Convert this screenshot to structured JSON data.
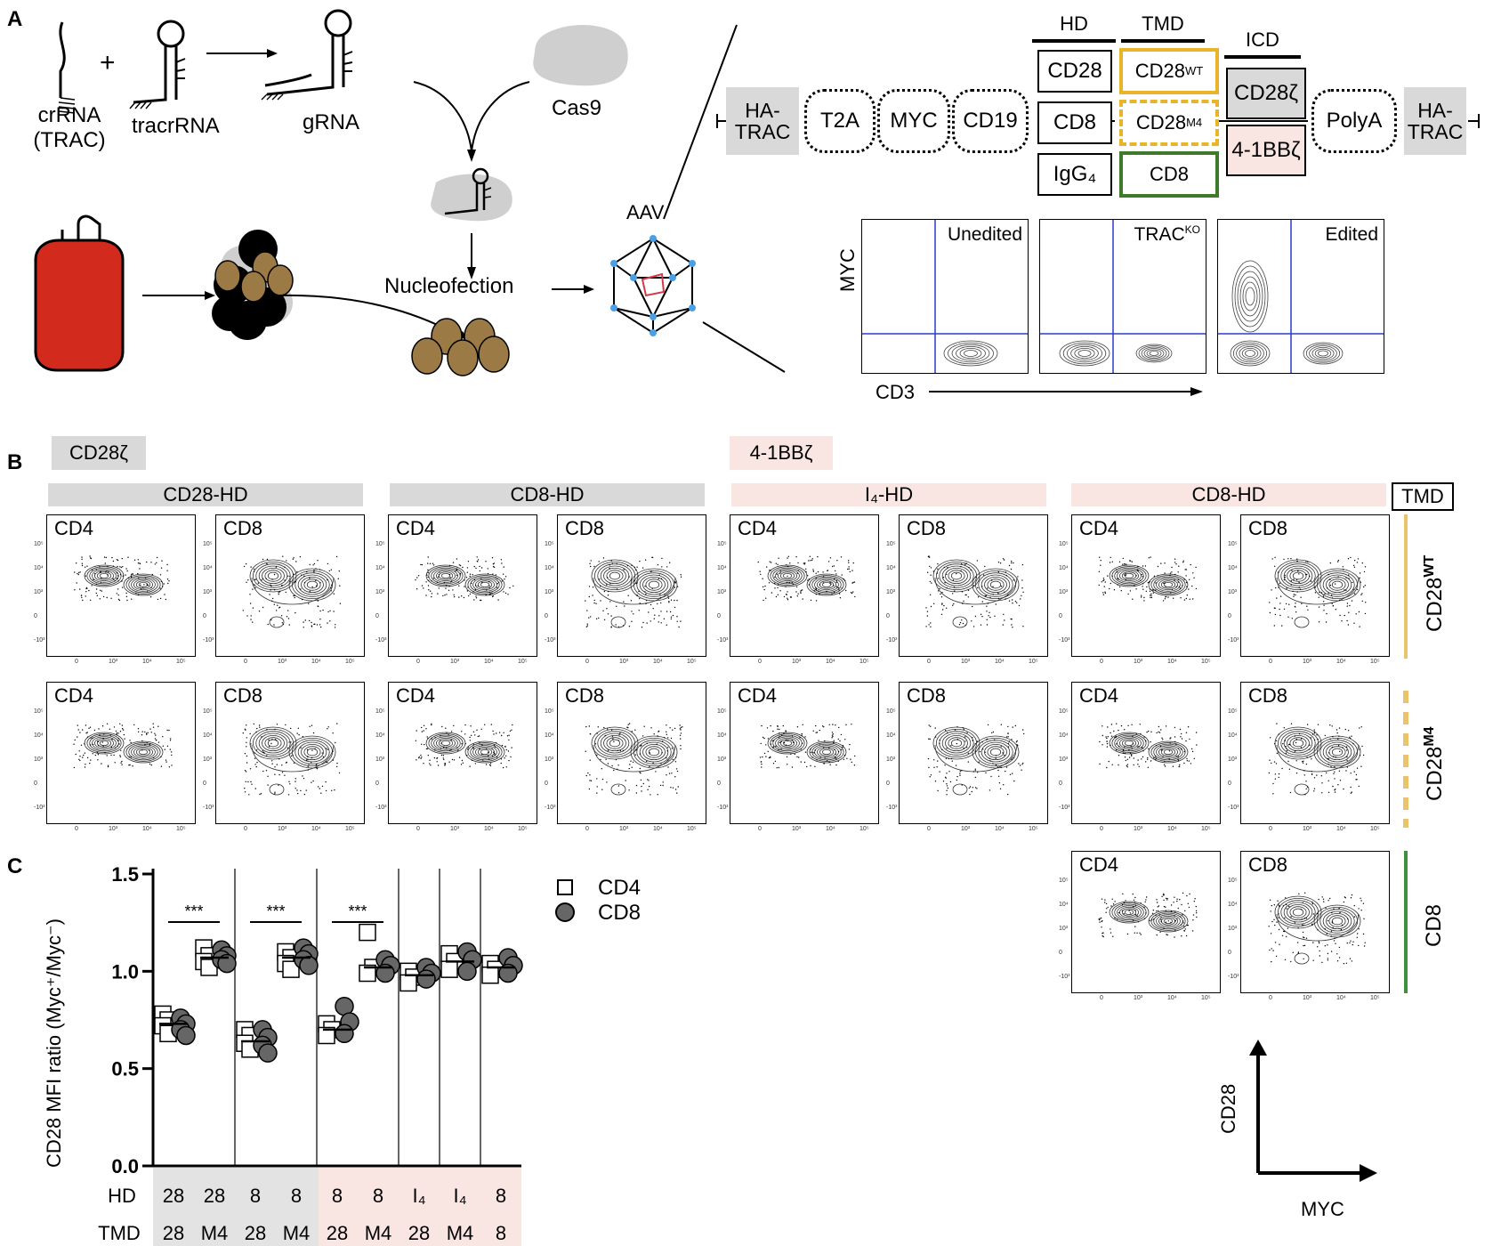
{
  "panels": {
    "a": "A",
    "b": "B",
    "c": "C"
  },
  "panel_a": {
    "crrna": "crRNA",
    "crrna_sub": "(TRAC)",
    "plus": "+",
    "tracrrna": "tracrRNA",
    "grna": "gRNA",
    "cas9": "Cas9",
    "nucleofection": "Nucleofection",
    "aav": "AAV",
    "construct": {
      "headers": {
        "hd": "HD",
        "tmd": "TMD",
        "icd": "ICD"
      },
      "ha_trac_left": "HA-TRAC",
      "t2a": "T2A",
      "myc": "MYC",
      "cd19": "CD19",
      "hd_options": [
        "CD28",
        "CD8",
        "IgG₄"
      ],
      "tmd_wt": "CD28",
      "tmd_wt_sup": "WT",
      "tmd_m4": "CD28",
      "tmd_m4_sup": "M4",
      "tmd_cd8": "CD8",
      "icd_cd28": "CD28ζ",
      "icd_41bb": "4-1BBζ",
      "polya": "PolyA",
      "ha_trac_right": "HA-TRAC"
    },
    "flow": {
      "y_axis": "MYC",
      "x_axis": "CD3",
      "plots": [
        {
          "title": "Unedited",
          "sup": ""
        },
        {
          "title": "TRAC",
          "sup": "KO"
        },
        {
          "title": "Edited",
          "sup": ""
        }
      ]
    }
  },
  "panel_b": {
    "icd_groups": [
      "CD28ζ",
      "4-1BBζ"
    ],
    "hd_groups": [
      "CD28-HD",
      "CD8-HD",
      "I₄-HD",
      "CD8-HD"
    ],
    "tmd_label": "TMD",
    "rows": [
      {
        "name": "CD28",
        "sup": "WT",
        "color": "#e9c46a"
      },
      {
        "name": "CD28",
        "sup": "M4",
        "color": "#e9c46a"
      },
      {
        "name": "CD8",
        "sup": "",
        "color": "#3f8f3f"
      }
    ],
    "subset_labels": [
      "CD4",
      "CD8"
    ],
    "y_ticks": [
      "10⁵",
      "10⁴",
      "10³",
      "0",
      "-10³"
    ],
    "x_ticks": [
      "0",
      "10³",
      "10⁴",
      "10⁵"
    ],
    "key_y": "CD28",
    "key_x": "MYC"
  },
  "panel_c": {
    "legend": [
      "CD4",
      "CD8"
    ],
    "significance": [
      "***",
      "***",
      "***"
    ],
    "table": {
      "hd_label": "HD",
      "tmd_label": "TMD",
      "hd": [
        "28",
        "28",
        "8",
        "8",
        "8",
        "8",
        "I₄",
        "I₄",
        "8"
      ],
      "tmd": [
        "28",
        "M4",
        "28",
        "M4",
        "28",
        "M4",
        "28",
        "M4",
        "8"
      ]
    }
  },
  "chart_data": {
    "type": "scatter",
    "ylabel": "CD28 MFI ratio (Myc⁺/Myc⁻)",
    "ylim": [
      0.0,
      1.5
    ],
    "yticks": [
      "0.0",
      "0.5",
      "1.0",
      "1.5"
    ],
    "groups": [
      {
        "cd4": [
          0.78,
          0.75,
          0.72,
          0.68
        ],
        "cd8": [
          0.76,
          0.73,
          0.7,
          0.67
        ],
        "median": 0.73
      },
      {
        "cd4": [
          1.12,
          1.08,
          1.05,
          1.02
        ],
        "cd8": [
          1.11,
          1.08,
          1.06,
          1.04
        ],
        "median": 1.07
      },
      {
        "cd4": [
          0.7,
          0.67,
          0.63,
          0.6
        ],
        "cd8": [
          0.7,
          0.66,
          0.62,
          0.58
        ],
        "median": 0.64
      },
      {
        "cd4": [
          1.1,
          1.07,
          1.04,
          1.01
        ],
        "cd8": [
          1.12,
          1.09,
          1.06,
          1.03
        ],
        "median": 1.07
      },
      {
        "cd4": [
          0.73,
          0.7,
          0.67
        ],
        "cd8": [
          0.82,
          0.74,
          0.68
        ],
        "median": 0.7
      },
      {
        "cd4": [
          1.2,
          1.02,
          0.99
        ],
        "cd8": [
          1.06,
          1.03,
          0.99
        ],
        "median": 1.02
      },
      {
        "cd4": [
          1.0,
          0.97,
          0.94
        ],
        "cd8": [
          1.02,
          0.99,
          0.96
        ],
        "median": 0.98
      },
      {
        "cd4": [
          1.09,
          1.05,
          1.01
        ],
        "cd8": [
          1.1,
          1.06,
          1.0
        ],
        "median": 1.05
      },
      {
        "cd4": [
          1.04,
          1.01,
          0.98
        ],
        "cd8": [
          1.07,
          1.03,
          0.99
        ],
        "median": 1.02
      }
    ],
    "x_positions": [
      1,
      2,
      3,
      4,
      5,
      6,
      7,
      8,
      9
    ]
  }
}
